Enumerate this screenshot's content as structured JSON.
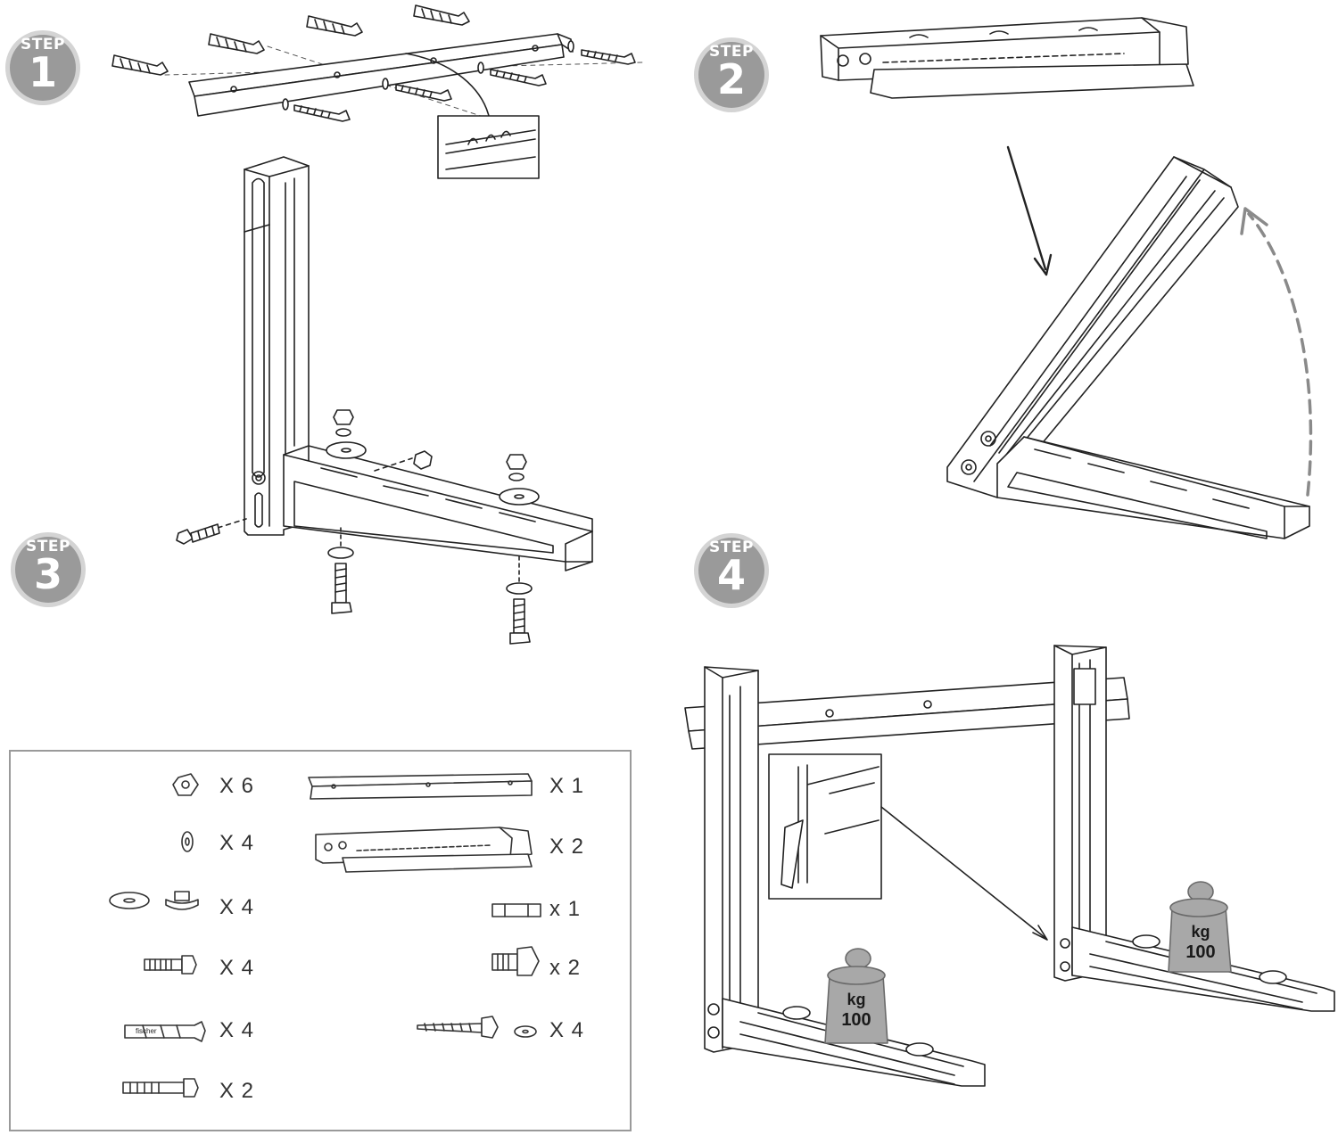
{
  "steps": [
    {
      "label": "STEP",
      "number": "1"
    },
    {
      "label": "STEP",
      "number": "2"
    },
    {
      "label": "STEP",
      "number": "3"
    },
    {
      "label": "STEP",
      "number": "4"
    }
  ],
  "weights": [
    {
      "unit": "kg",
      "value": "100"
    },
    {
      "unit": "kg",
      "value": "100"
    }
  ],
  "parts": {
    "nut_qty": "X 6",
    "washer_qty": "X 4",
    "rubber_qty": "X 4",
    "bolt_qty": "X 4",
    "anchor_qty": "X 4",
    "anchor_brand": "fischer",
    "long_bolt_qty": "X 2",
    "rail_qty": "X 1",
    "bracket_qty": "X 2",
    "pin_qty": "x 1",
    "hex_bolt_qty": "x 2",
    "screw_qty": "X 4"
  },
  "colors": {
    "badge": "#9a9a9a",
    "line": "#222222",
    "weight": "#a8a8a8",
    "dashed_arrow": "#8a8a8a"
  }
}
